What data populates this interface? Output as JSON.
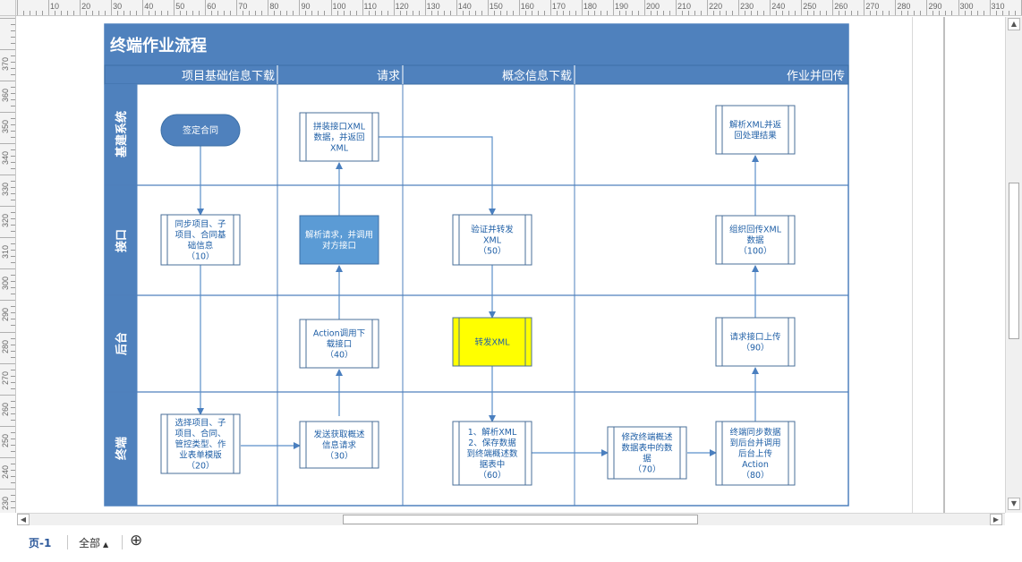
{
  "diagram": {
    "title": "终端作业流程",
    "phases": [
      "项目基础信息下载",
      "请求",
      "概念信息下载",
      "作业并回传"
    ],
    "lanes": [
      "基建系统",
      "接口",
      "后台",
      "终端"
    ],
    "nodes": {
      "sign_contract": "签定合同",
      "n10": [
        "同步项目、子",
        "项目、合同基",
        "础信息",
        "（10）"
      ],
      "n20": [
        "选择项目、子",
        "项目、合同、",
        "管控类型、作",
        "业表单模版",
        "（20）"
      ],
      "n30": [
        "发送获取概述",
        "信息请求",
        "（30）"
      ],
      "n40": [
        "Action调用下",
        "载接口",
        "（40）"
      ],
      "n_parse_req": [
        "解析请求，并调用",
        "对方接口"
      ],
      "n_assemble": [
        "拼装接口XML",
        "数据，并返回",
        "XML"
      ],
      "n50": [
        "验证并转发",
        "XML",
        "（50）"
      ],
      "n_forward": "转发XML",
      "n60": [
        "1、解析XML",
        "2、保存数据",
        "到终端概述数",
        "据表中",
        "（60）"
      ],
      "n70": [
        "修改终端概述",
        "数据表中的数",
        "据",
        "（70）"
      ],
      "n80": [
        "终端同步数据",
        "到后台并调用",
        "后台上传",
        "Action",
        "（80）"
      ],
      "n90": [
        "请求接口上传",
        "（90）"
      ],
      "n100": [
        "组织回传XML",
        "数据",
        "（100）"
      ],
      "n_parse_result": [
        "解析XML并返",
        "回处理结果"
      ]
    }
  },
  "ruler": {
    "top_labels": [
      "10",
      "20",
      "30",
      "40",
      "50",
      "60",
      "70",
      "80",
      "90",
      "100",
      "110",
      "120",
      "130",
      "140",
      "150",
      "160",
      "170",
      "180",
      "190",
      "200",
      "210",
      "220",
      "230",
      "240",
      "250",
      "260",
      "270",
      "280",
      "290",
      "300",
      "310"
    ],
    "left_labels": [
      "370",
      "360",
      "350",
      "340",
      "330",
      "320",
      "310",
      "300",
      "290",
      "280",
      "270",
      "260",
      "250",
      "240",
      "230"
    ]
  },
  "tabs": {
    "page1": "页-1",
    "all": "全部",
    "all_arrow": "▲",
    "add_icon": "⊕"
  },
  "scroll": {
    "up": "▲",
    "down": "▼",
    "left": "◀",
    "right": "▶"
  },
  "colors": {
    "lane_header": "#4f81bd",
    "lane_border": "#3c6fa6",
    "line": "#5b8fc9",
    "process_text": "#1f5fa6",
    "terminal_fill": "#4f81bd",
    "filled_process": "#5b9bd5",
    "highlight": "#ffff00"
  }
}
